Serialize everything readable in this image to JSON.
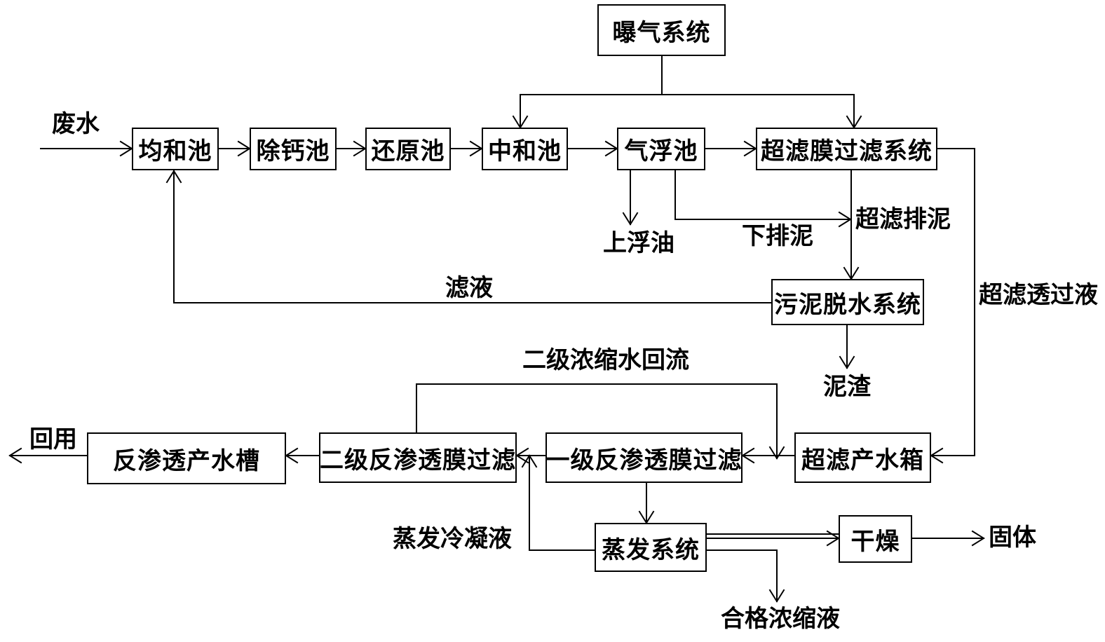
{
  "nodes": {
    "aeration": "曝气系统",
    "equalization": "均和池",
    "calcium_removal": "除钙池",
    "reduction": "还原池",
    "neutralization": "中和池",
    "air_flotation": "气浮池",
    "uf_system": "超滤膜过滤系统",
    "sludge_dewatering": "污泥脱水系统",
    "uf_water_tank": "超滤产水箱",
    "ro_stage1": "一级反渗透膜过滤",
    "ro_stage2": "二级反渗透膜过滤",
    "ro_product_tank": "反渗透产水槽",
    "evaporation": "蒸发系统",
    "drying": "干燥"
  },
  "labels": {
    "wastewater": "废水",
    "upper_oil": "上浮油",
    "lower_sludge": "下排泥",
    "uf_sludge": "超滤排泥",
    "filtrate": "滤液",
    "uf_permeate": "超滤透过液",
    "sludge_residue": "泥渣",
    "concentrate_return": "二级浓缩水回流",
    "reuse": "回用",
    "evap_condensate": "蒸发冷凝液",
    "qualified_concentrate": "合格浓缩液",
    "solid": "固体"
  }
}
